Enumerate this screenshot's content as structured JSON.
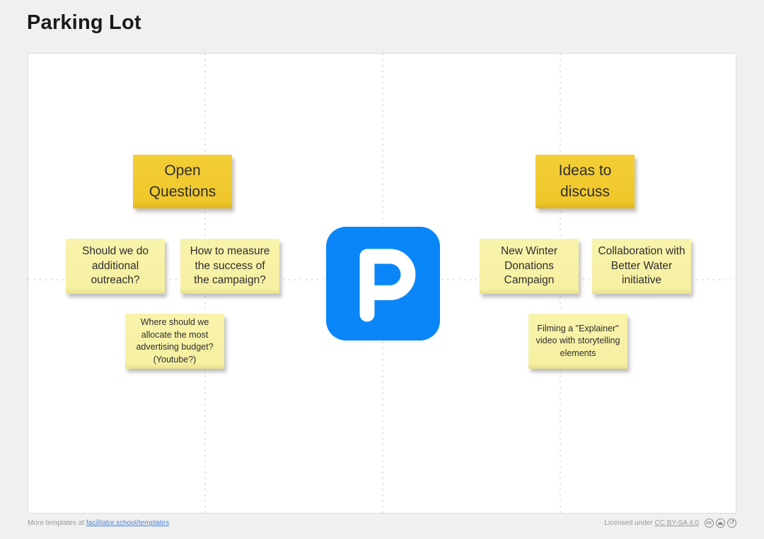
{
  "title": "Parking Lot",
  "notes": [
    {
      "id": "open-questions",
      "text": "Open Questions",
      "color": "#EFC72B",
      "role": "column-header"
    },
    {
      "id": "ideas-to-discuss",
      "text": "Ideas to discuss",
      "color": "#EFC72B",
      "role": "column-header"
    },
    {
      "id": "additional-outreach",
      "text": "Should we do additional outreach?",
      "color": "#F8F3AC",
      "role": "note"
    },
    {
      "id": "measure-success",
      "text": "How to measure the success of the campaign?",
      "color": "#F8F3AC",
      "role": "note"
    },
    {
      "id": "advertising-budget",
      "text": "Where should we allocate the most advertising budget? (Youtube?)",
      "color": "#F8F3AC",
      "role": "note"
    },
    {
      "id": "new-winter-campaign",
      "text": "New Winter Donations Campaign",
      "color": "#F8F3AC",
      "role": "note"
    },
    {
      "id": "better-water-collab",
      "text": "Collaboration with Better Water initiative",
      "color": "#F8F3AC",
      "role": "note"
    },
    {
      "id": "explainer-video",
      "text": "Filming a \"Explainer\" video with storytelling elements",
      "color": "#F8F3AC",
      "role": "note"
    }
  ],
  "center_icon": {
    "name": "parking-p-icon",
    "letter": "P",
    "color": "#0B86F8"
  },
  "footer": {
    "more_templates_text": "More templates at ",
    "templates_link_text": "facilitator.school/templates",
    "licensed_text": "Licensed under ",
    "license_link_text": "CC BY-SA 4.0",
    "license_icons": [
      "cc-icon",
      "attribution-person-icon",
      "share-alike-icon"
    ],
    "cc_icon_text": "cc"
  },
  "colors": {
    "page_background": "#F0F0F0",
    "canvas_background": "#FFFFFF",
    "grid_line": "#DEDEDE",
    "gold_note": "#EFC72B",
    "light_note": "#F8F3AC",
    "parking_blue": "#0B86F8",
    "link_blue": "#4A80D9",
    "footer_gray": "#999999"
  }
}
